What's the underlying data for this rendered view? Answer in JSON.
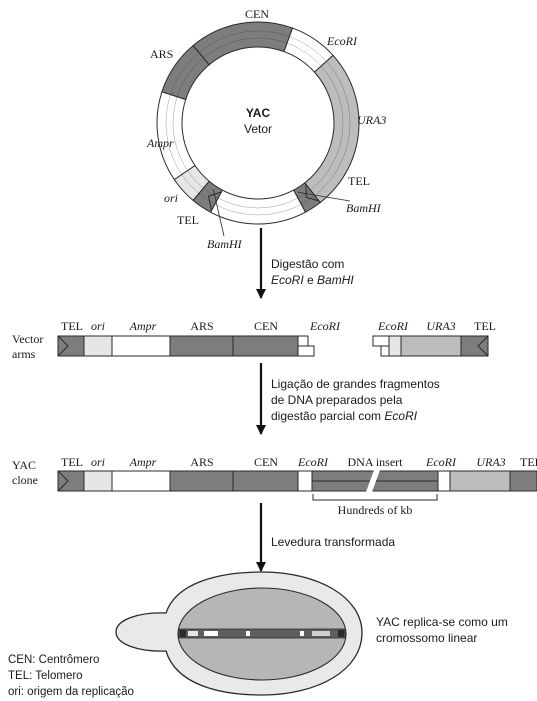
{
  "colors": {
    "dark": "#7d7d7d",
    "mid": "#bdbdbd",
    "light": "#e6e6e6",
    "white": "#ffffff",
    "outline": "#2a2a2a"
  },
  "plasmid": {
    "center_title": "YAC",
    "center_subtitle": "Vetor",
    "labels": {
      "cen": "CEN",
      "ecori": "EcoRI",
      "ars": "ARS",
      "ura3": "URA3",
      "ampr": "Ampr",
      "tel_right": "TEL",
      "ori": "ori",
      "bamhi_right": "BamHI",
      "tel_left": "TEL",
      "bamhi_left": "BamHI"
    }
  },
  "step1": {
    "line1": "Digestão com",
    "enz1": "EcoRI",
    "mid": " e ",
    "enz2": "BamHI"
  },
  "vector_arms": {
    "side_line1": "Vector",
    "side_line2": "arms",
    "labels": {
      "tel1": "TEL",
      "ori": "ori",
      "ampr": "Ampr",
      "ars": "ARS",
      "cen": "CEN",
      "ecori1": "EcoRI",
      "ecori2": "EcoRI",
      "ura3": "URA3",
      "tel2": "TEL"
    }
  },
  "step2": {
    "line1": "Ligação de grandes fragmentos",
    "line2": "de DNA preparados pela",
    "line3_prefix": "digestão parcial com ",
    "line3_enz": "EcoRI"
  },
  "yac_clone": {
    "side_line1": "YAC",
    "side_line2": "clone",
    "labels": {
      "tel1": "TEL",
      "ori": "ori",
      "ampr": "Ampr",
      "ars": "ARS",
      "cen": "CEN",
      "ecori1": "EcoRI",
      "insert": "DNA insert",
      "ecori2": "EcoRI",
      "ura3": "URA3",
      "tel2": "TEL"
    },
    "insert_size": "Hundreds of kb"
  },
  "step3": {
    "label": "Levedura transformada"
  },
  "yeast": {
    "caption_line1": "YAC replica-se como um",
    "caption_line2": "cromossomo linear"
  },
  "legend": {
    "cen": "CEN: Centrômero",
    "tel": "TEL: Telomero",
    "ori": "ori: origem da replicação"
  }
}
